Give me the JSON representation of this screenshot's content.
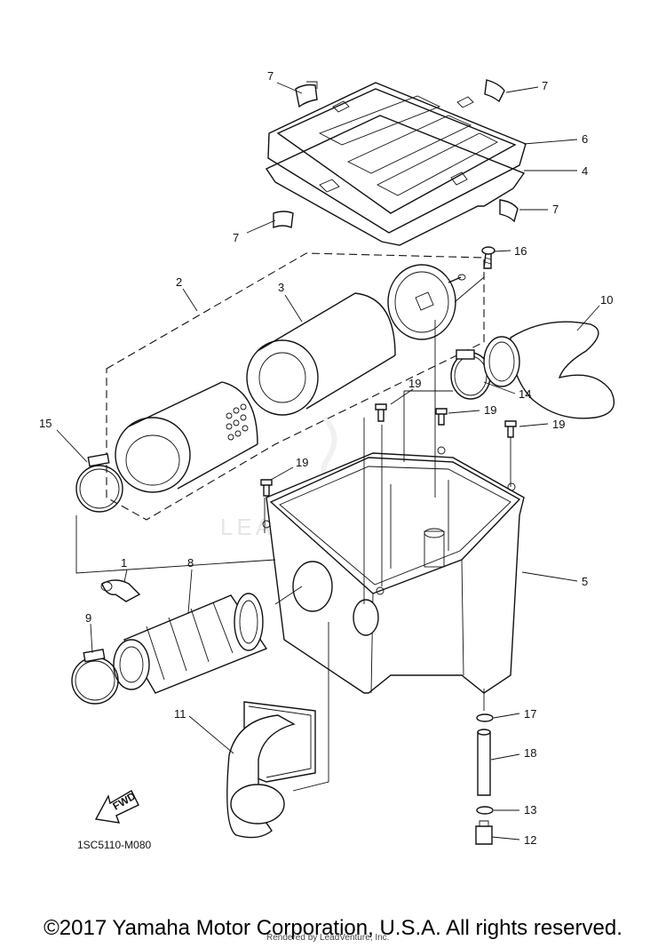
{
  "diagram": {
    "watermark": "LEADVENTURE",
    "drawing_code": "1SC5110-M080",
    "fwd_label": "FWD",
    "callouts": [
      {
        "id": "c1",
        "label": "1"
      },
      {
        "id": "c2",
        "label": "2"
      },
      {
        "id": "c3",
        "label": "3"
      },
      {
        "id": "c4",
        "label": "4"
      },
      {
        "id": "c5",
        "label": "5"
      },
      {
        "id": "c6",
        "label": "6"
      },
      {
        "id": "c7a",
        "label": "7"
      },
      {
        "id": "c7b",
        "label": "7"
      },
      {
        "id": "c7c",
        "label": "7"
      },
      {
        "id": "c7d",
        "label": "7"
      },
      {
        "id": "c8",
        "label": "8"
      },
      {
        "id": "c9",
        "label": "9"
      },
      {
        "id": "c10",
        "label": "10"
      },
      {
        "id": "c11",
        "label": "11"
      },
      {
        "id": "c12",
        "label": "12"
      },
      {
        "id": "c13",
        "label": "13"
      },
      {
        "id": "c14",
        "label": "14"
      },
      {
        "id": "c15",
        "label": "15"
      },
      {
        "id": "c16",
        "label": "16"
      },
      {
        "id": "c17",
        "label": "17"
      },
      {
        "id": "c18",
        "label": "18"
      },
      {
        "id": "c19a",
        "label": "19"
      },
      {
        "id": "c19b",
        "label": "19"
      },
      {
        "id": "c19c",
        "label": "19"
      },
      {
        "id": "c19d",
        "label": "19"
      }
    ]
  },
  "footer": {
    "copyright": "©2017 Yamaha Motor Corporation, U.S.A. All rights reserved.",
    "rendered_by": "Rendered by LeadVenture, Inc."
  }
}
